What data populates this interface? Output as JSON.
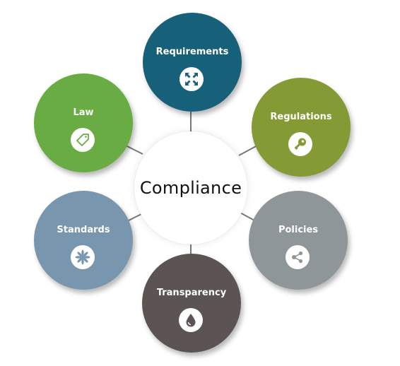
{
  "center": {
    "title": "Compliance"
  },
  "nodes": [
    {
      "id": "requirements",
      "label": "Requirements",
      "color": "#17607a",
      "icon": "expand-arrows-icon"
    },
    {
      "id": "regulations",
      "label": "Regulations",
      "color": "#849a35",
      "icon": "key-icon"
    },
    {
      "id": "policies",
      "label": "Policies",
      "color": "#8e9699",
      "icon": "share-nodes-icon"
    },
    {
      "id": "transparency",
      "label": "Transparency",
      "color": "#5b5453",
      "icon": "water-drop-icon"
    },
    {
      "id": "standards",
      "label": "Standards",
      "color": "#7896ad",
      "icon": "flower-icon"
    },
    {
      "id": "law",
      "label": "Law",
      "color": "#68ac43",
      "icon": "tag-icon"
    }
  ]
}
